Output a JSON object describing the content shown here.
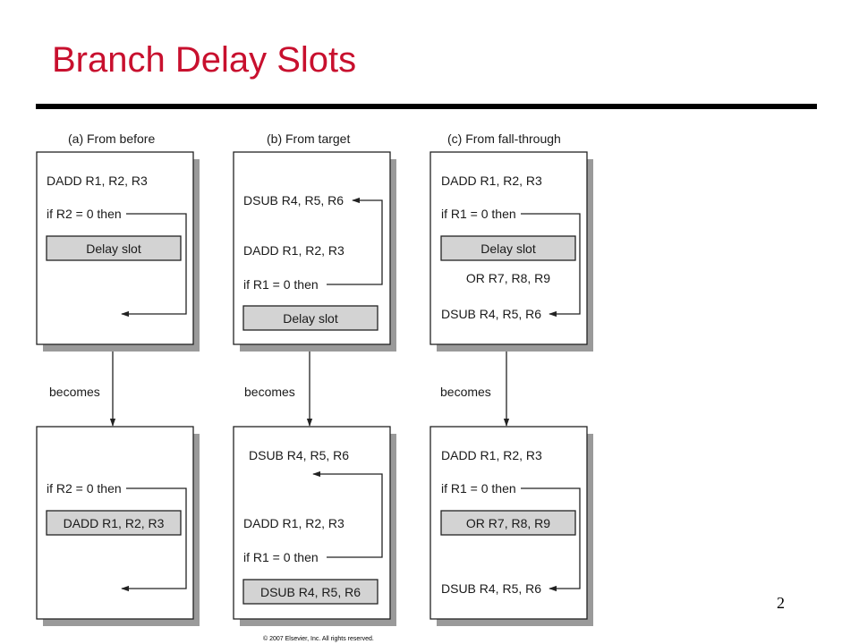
{
  "title": "Branch Delay Slots",
  "panels": {
    "a": {
      "caption": "(a)  From before",
      "before": {
        "instr1": "DADD R1, R2, R3",
        "branch": "if R2 = 0 then",
        "slot": "Delay slot"
      },
      "becomes": "becomes",
      "after": {
        "branch": "if R2 = 0 then",
        "slot": "DADD R1, R2, R3"
      }
    },
    "b": {
      "caption": "(b)  From target",
      "before": {
        "target": "DSUB R4, R5, R6",
        "instr1": "DADD R1, R2, R3",
        "branch": "if R1 = 0 then",
        "slot": "Delay slot"
      },
      "becomes": "becomes",
      "after": {
        "target": "DSUB R4, R5, R6",
        "instr1": "DADD R1, R2, R3",
        "branch": "if R1 = 0 then",
        "slot": "DSUB R4, R5, R6"
      }
    },
    "c": {
      "caption": "(c)  From fall-through",
      "before": {
        "instr1": "DADD R1, R2, R3",
        "branch": "if R1 = 0 then",
        "slot": "Delay slot",
        "fall": "OR R7, R8, R9",
        "target": "DSUB R4, R5, R6"
      },
      "becomes": "becomes",
      "after": {
        "instr1": "DADD R1, R2, R3",
        "branch": "if R1 = 0 then",
        "slot": "OR R7, R8, R9",
        "target": "DSUB R4, R5, R6"
      }
    }
  },
  "page_number": "2",
  "copyright": "© 2007 Elsevier, Inc. All rights reserved."
}
